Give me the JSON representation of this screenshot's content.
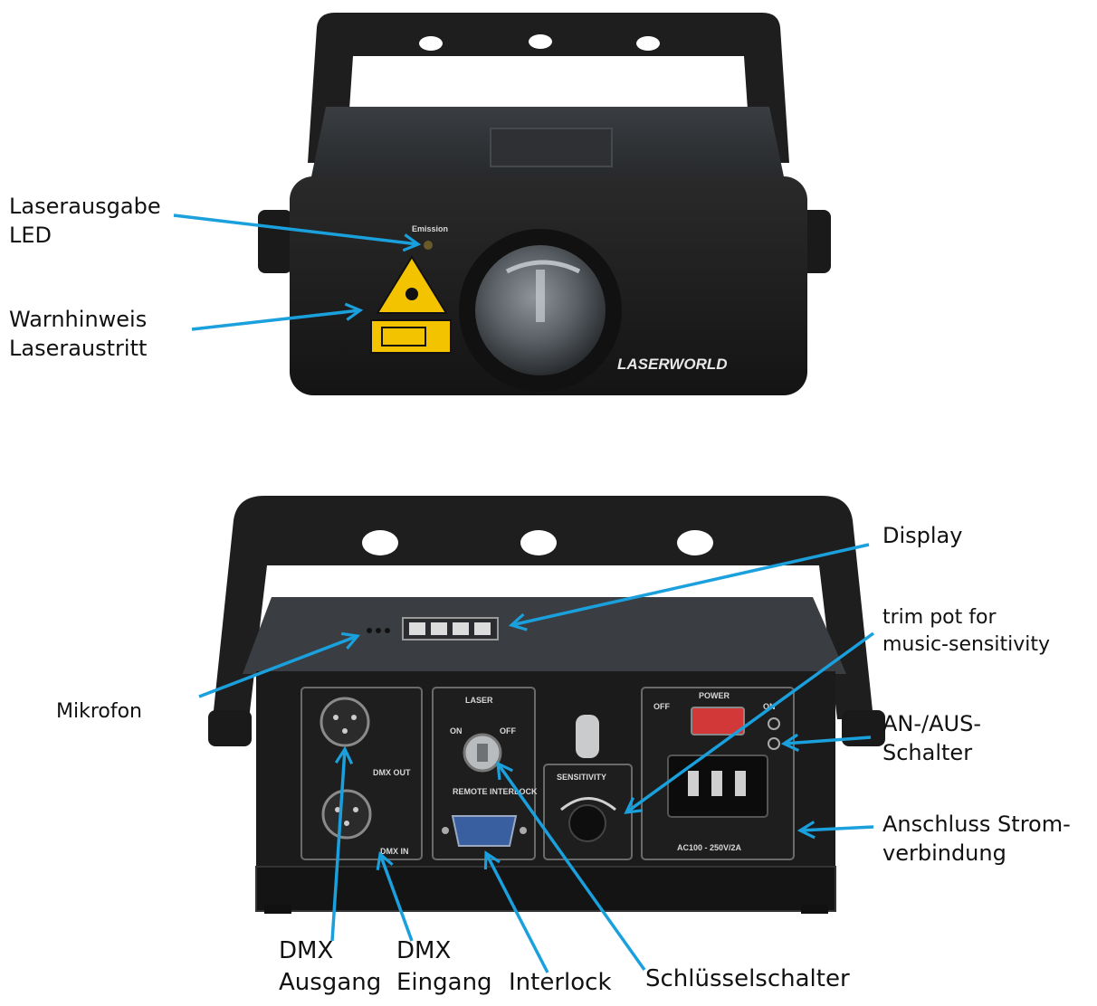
{
  "colors": {
    "arrow": "#1aa0dc",
    "housing": "#1c1c1c",
    "warning_yellow": "#f3c300"
  },
  "front": {
    "brand": "LASERWORLD",
    "emission_label": "Emission"
  },
  "back": {
    "panel_labels": {
      "dmx_out": "DMX OUT",
      "dmx_in": "DMX IN",
      "laser": "LASER",
      "on": "ON",
      "off": "OFF",
      "remote_interlock": "REMOTE INTERLOCK",
      "sensitivity": "SENSITIVITY",
      "power": "POWER",
      "power_off": "OFF",
      "power_on": "ON",
      "rating": "AC100 - 250V/2A"
    }
  },
  "labels": {
    "laser_output_led": [
      "Laserausgabe",
      "LED"
    ],
    "warning": [
      "Warnhinweis",
      "Laseraustritt"
    ],
    "display": "Display",
    "trim_pot": [
      "trim pot for",
      "music-sensitivity"
    ],
    "microphone": "Mikrofon",
    "on_off_switch": [
      "AN-/AUS-",
      "Schalter"
    ],
    "power_connection": [
      "Anschluss Strom-",
      "verbindung"
    ],
    "dmx_out": [
      "DMX",
      "Ausgang"
    ],
    "dmx_in": [
      "DMX",
      "Eingang"
    ],
    "interlock": "Interlock",
    "key_switch": "Schlüsselschalter"
  }
}
